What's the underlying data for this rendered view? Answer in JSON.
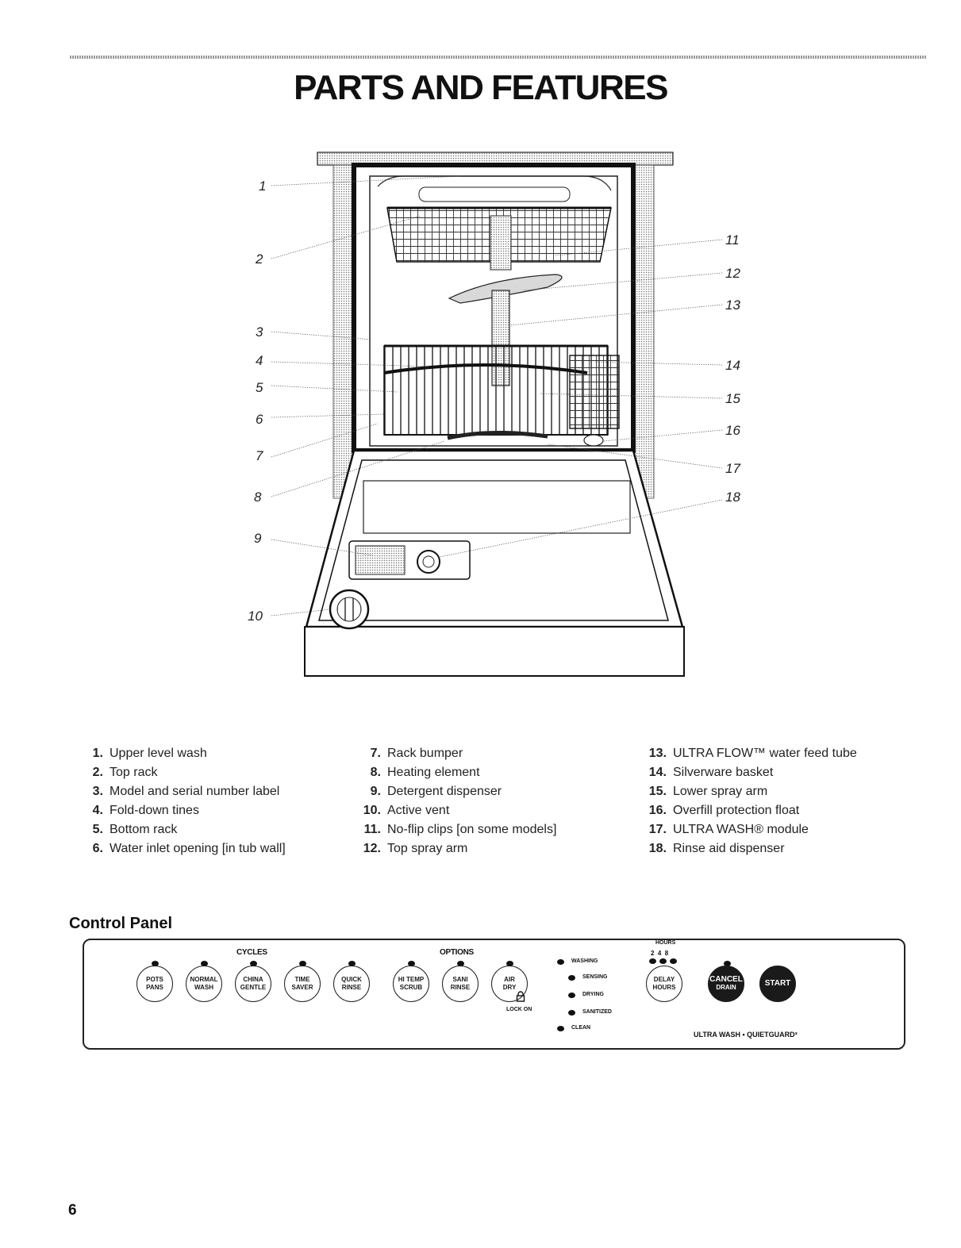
{
  "page": {
    "title": "PARTS AND FEATURES",
    "page_number": "6"
  },
  "diagram": {
    "callouts": [
      "1",
      "2",
      "3",
      "4",
      "5",
      "6",
      "7",
      "8",
      "9",
      "10",
      "11",
      "12",
      "13",
      "14",
      "15",
      "16",
      "17",
      "18"
    ]
  },
  "parts_list": {
    "column1": [
      {
        "num": "1.",
        "label": "Upper level wash"
      },
      {
        "num": "2.",
        "label": "Top rack"
      },
      {
        "num": "3.",
        "label": "Model and serial number label"
      },
      {
        "num": "4.",
        "label": "Fold-down tines"
      },
      {
        "num": "5.",
        "label": "Bottom rack"
      },
      {
        "num": "6.",
        "label": "Water inlet opening [in tub wall]"
      }
    ],
    "column2": [
      {
        "num": "7.",
        "label": "Rack bumper"
      },
      {
        "num": "8.",
        "label": "Heating element"
      },
      {
        "num": "9.",
        "label": "Detergent dispenser"
      },
      {
        "num": "10.",
        "label": "Active vent"
      },
      {
        "num": "11.",
        "label": "No-flip clips [on some models]"
      },
      {
        "num": "12.",
        "label": "Top spray arm"
      }
    ],
    "column3": [
      {
        "num": "13.",
        "label": "ULTRA FLOW™ water feed tube"
      },
      {
        "num": "14.",
        "label": "Silverware basket"
      },
      {
        "num": "15.",
        "label": "Lower spray arm"
      },
      {
        "num": "16.",
        "label": "Overfill protection float"
      },
      {
        "num": "17.",
        "label": "ULTRA WASH® module"
      },
      {
        "num": "18.",
        "label": "Rinse aid dispenser"
      }
    ]
  },
  "control_panel": {
    "heading": "Control Panel",
    "cycles_label": "CYCLES",
    "options_label": "OPTIONS",
    "cycles": [
      {
        "line1": "POTS",
        "line2": "PANS"
      },
      {
        "line1": "NORMAL",
        "line2": "WASH"
      },
      {
        "line1": "CHINA",
        "line2": "GENTLE"
      },
      {
        "line1": "TIME",
        "line2": "SAVER"
      },
      {
        "line1": "QUICK",
        "line2": "RINSE"
      }
    ],
    "options": [
      {
        "line1": "HI TEMP",
        "line2": "SCRUB"
      },
      {
        "line1": "SANI",
        "line2": "RINSE"
      },
      {
        "line1": "AIR",
        "line2": "DRY"
      }
    ],
    "lock_label": "LOCK ON",
    "status_lights": [
      "WASHING",
      "SENSING",
      "DRYING",
      "SANITIZED",
      "CLEAN"
    ],
    "hours_label": "HOURS",
    "hours_values": "2  4  8",
    "delay": {
      "line1": "DELAY",
      "line2": "HOURS"
    },
    "cancel": {
      "line1": "CANCEL",
      "line2": "DRAIN"
    },
    "start": "START",
    "brand": "ULTRA WASH  •  QUIETGUARD³"
  }
}
